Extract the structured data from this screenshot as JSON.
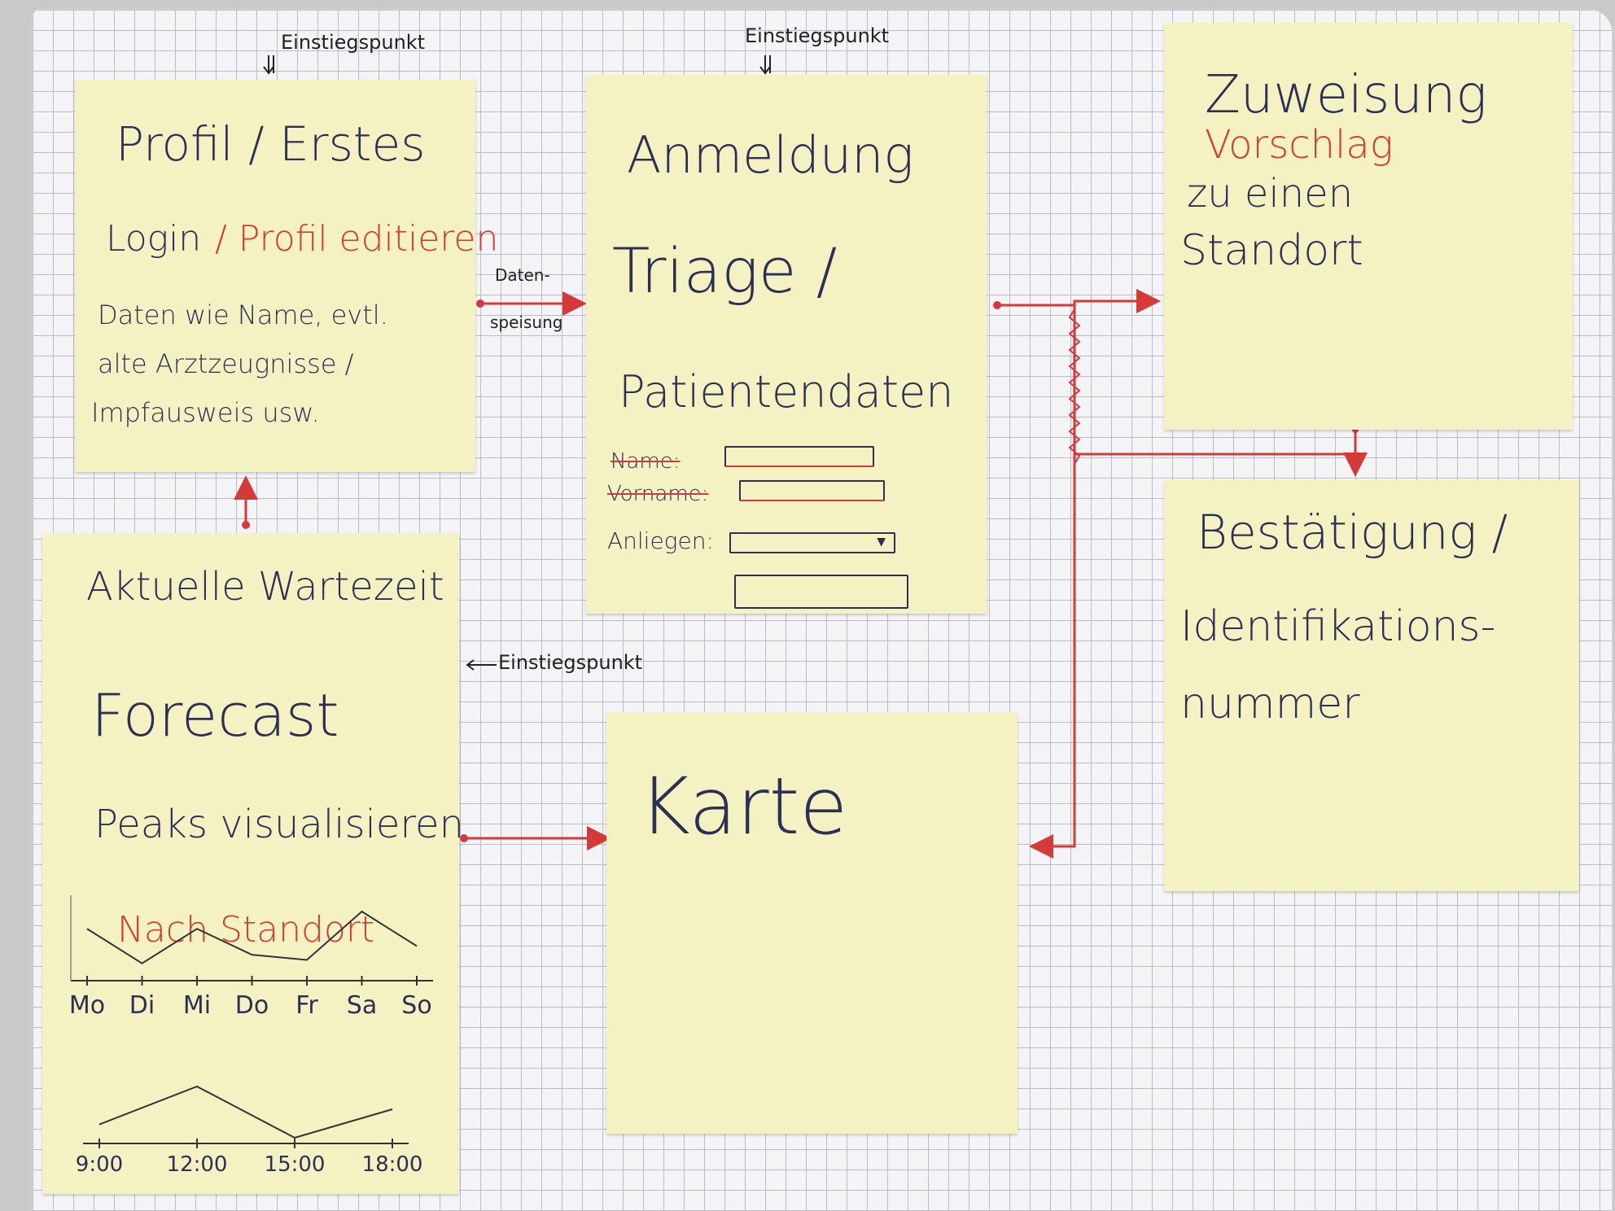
{
  "annotations": {
    "entry1": "Einstiegspunkt",
    "entry2": "Einstiegspunkt",
    "entry3": "Einstiegspunkt",
    "datenspeisung_line1": "Daten-",
    "datenspeisung_line2": "speisung"
  },
  "note_profil": {
    "line1": "Profil / Erstes",
    "line2_a": "Login",
    "line2_b": "/ Profil editieren",
    "body1": "Daten wie Name, evtl.",
    "body2": "alte Arztzeugnisse /",
    "body3": "Impfausweis usw."
  },
  "note_anmeldung": {
    "title": "Anmeldung",
    "subtitle": "Triage /",
    "subtitle2": "Patientendaten",
    "field_name": "Name:",
    "field_vorname": "Vorname:",
    "field_anliegen": "Anliegen:"
  },
  "note_zuweisung": {
    "line1": "Zuweisung",
    "line2": "Vorschlag",
    "line3": "zu einen",
    "line4": "Standort"
  },
  "note_bestaetigung": {
    "line1": "Bestätigung /",
    "line2": "Identifikations-",
    "line3": "nummer"
  },
  "note_wartezeit": {
    "line1": "Aktuelle Wartezeit",
    "line2": "Forecast",
    "line3": "Peaks visualisieren",
    "line4": "Nach Standort"
  },
  "note_karte": {
    "title": "Karte"
  },
  "chart_data": [
    {
      "type": "line",
      "categories": [
        "Mo",
        "Di",
        "Mi",
        "Do",
        "Fr",
        "Sa",
        "So"
      ],
      "series": [
        {
          "values": [
            3,
            1,
            3,
            1.5,
            1.2,
            4,
            2
          ]
        }
      ],
      "grid": false
    },
    {
      "type": "line",
      "categories": [
        "9:00",
        "12:00",
        "15:00",
        "18:00"
      ],
      "series": [
        {
          "values": [
            1,
            3,
            0.3,
            1.8
          ]
        }
      ],
      "grid": false
    }
  ]
}
